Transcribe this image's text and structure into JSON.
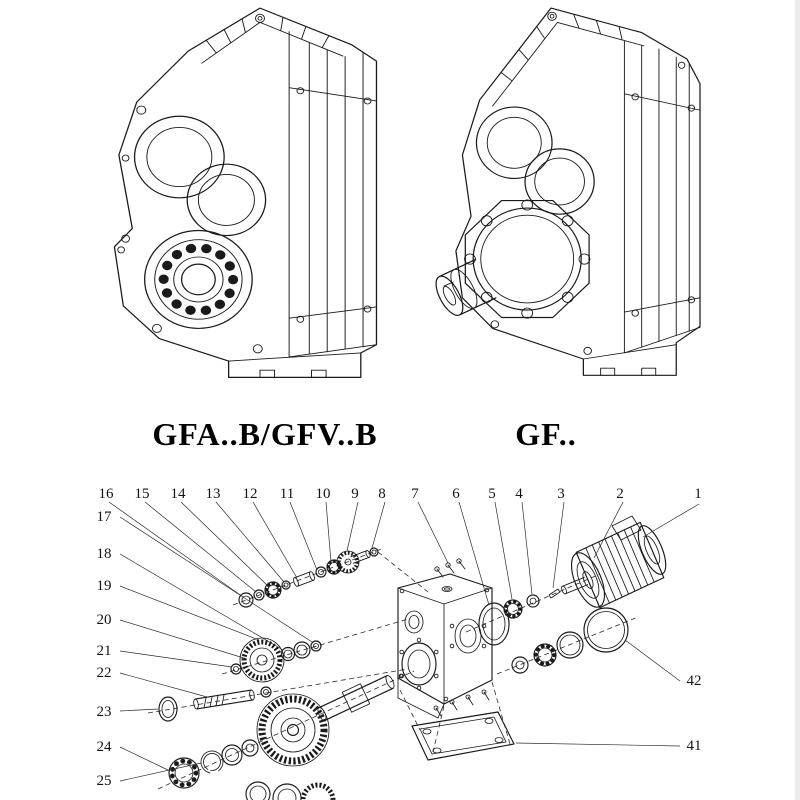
{
  "page": {
    "background": "#ffffff",
    "ink": "#1a1a1a"
  },
  "models": {
    "left_label": "GFA..B/GFV..B",
    "right_label": "GF.."
  },
  "callouts": {
    "top": [
      "16",
      "15",
      "14",
      "13",
      "12",
      "11",
      "10",
      "9",
      "8",
      "7",
      "6",
      "5",
      "4",
      "3",
      "2",
      "1"
    ],
    "left": [
      "17",
      "18",
      "19",
      "20",
      "21",
      "22",
      "23",
      "24",
      "25"
    ],
    "right": [
      "42",
      "41"
    ]
  }
}
